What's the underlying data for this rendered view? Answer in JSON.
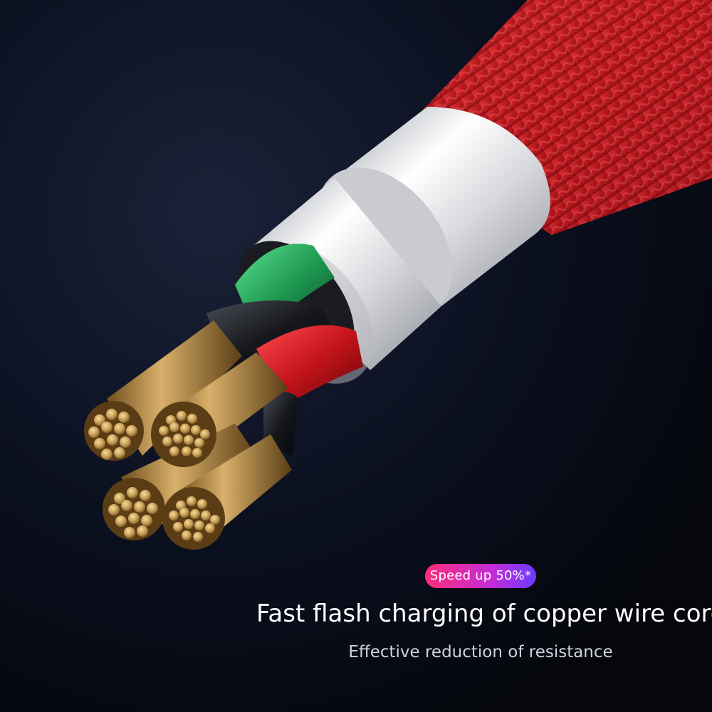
{
  "badge": {
    "text": "Speed up 50%*",
    "gradient_start": "#ff2d7a",
    "gradient_end": "#6a3cff"
  },
  "headline": {
    "text": "Fast flash charging of copper wire core"
  },
  "subline": {
    "text": "Effective reduction of resistance"
  },
  "colors": {
    "background": "#05070d",
    "braid": "#c81e24",
    "sleeve": "#e8e8ea",
    "copper": "#c9a05a",
    "wire_red": "#c4141b",
    "wire_green": "#1f9a52"
  }
}
